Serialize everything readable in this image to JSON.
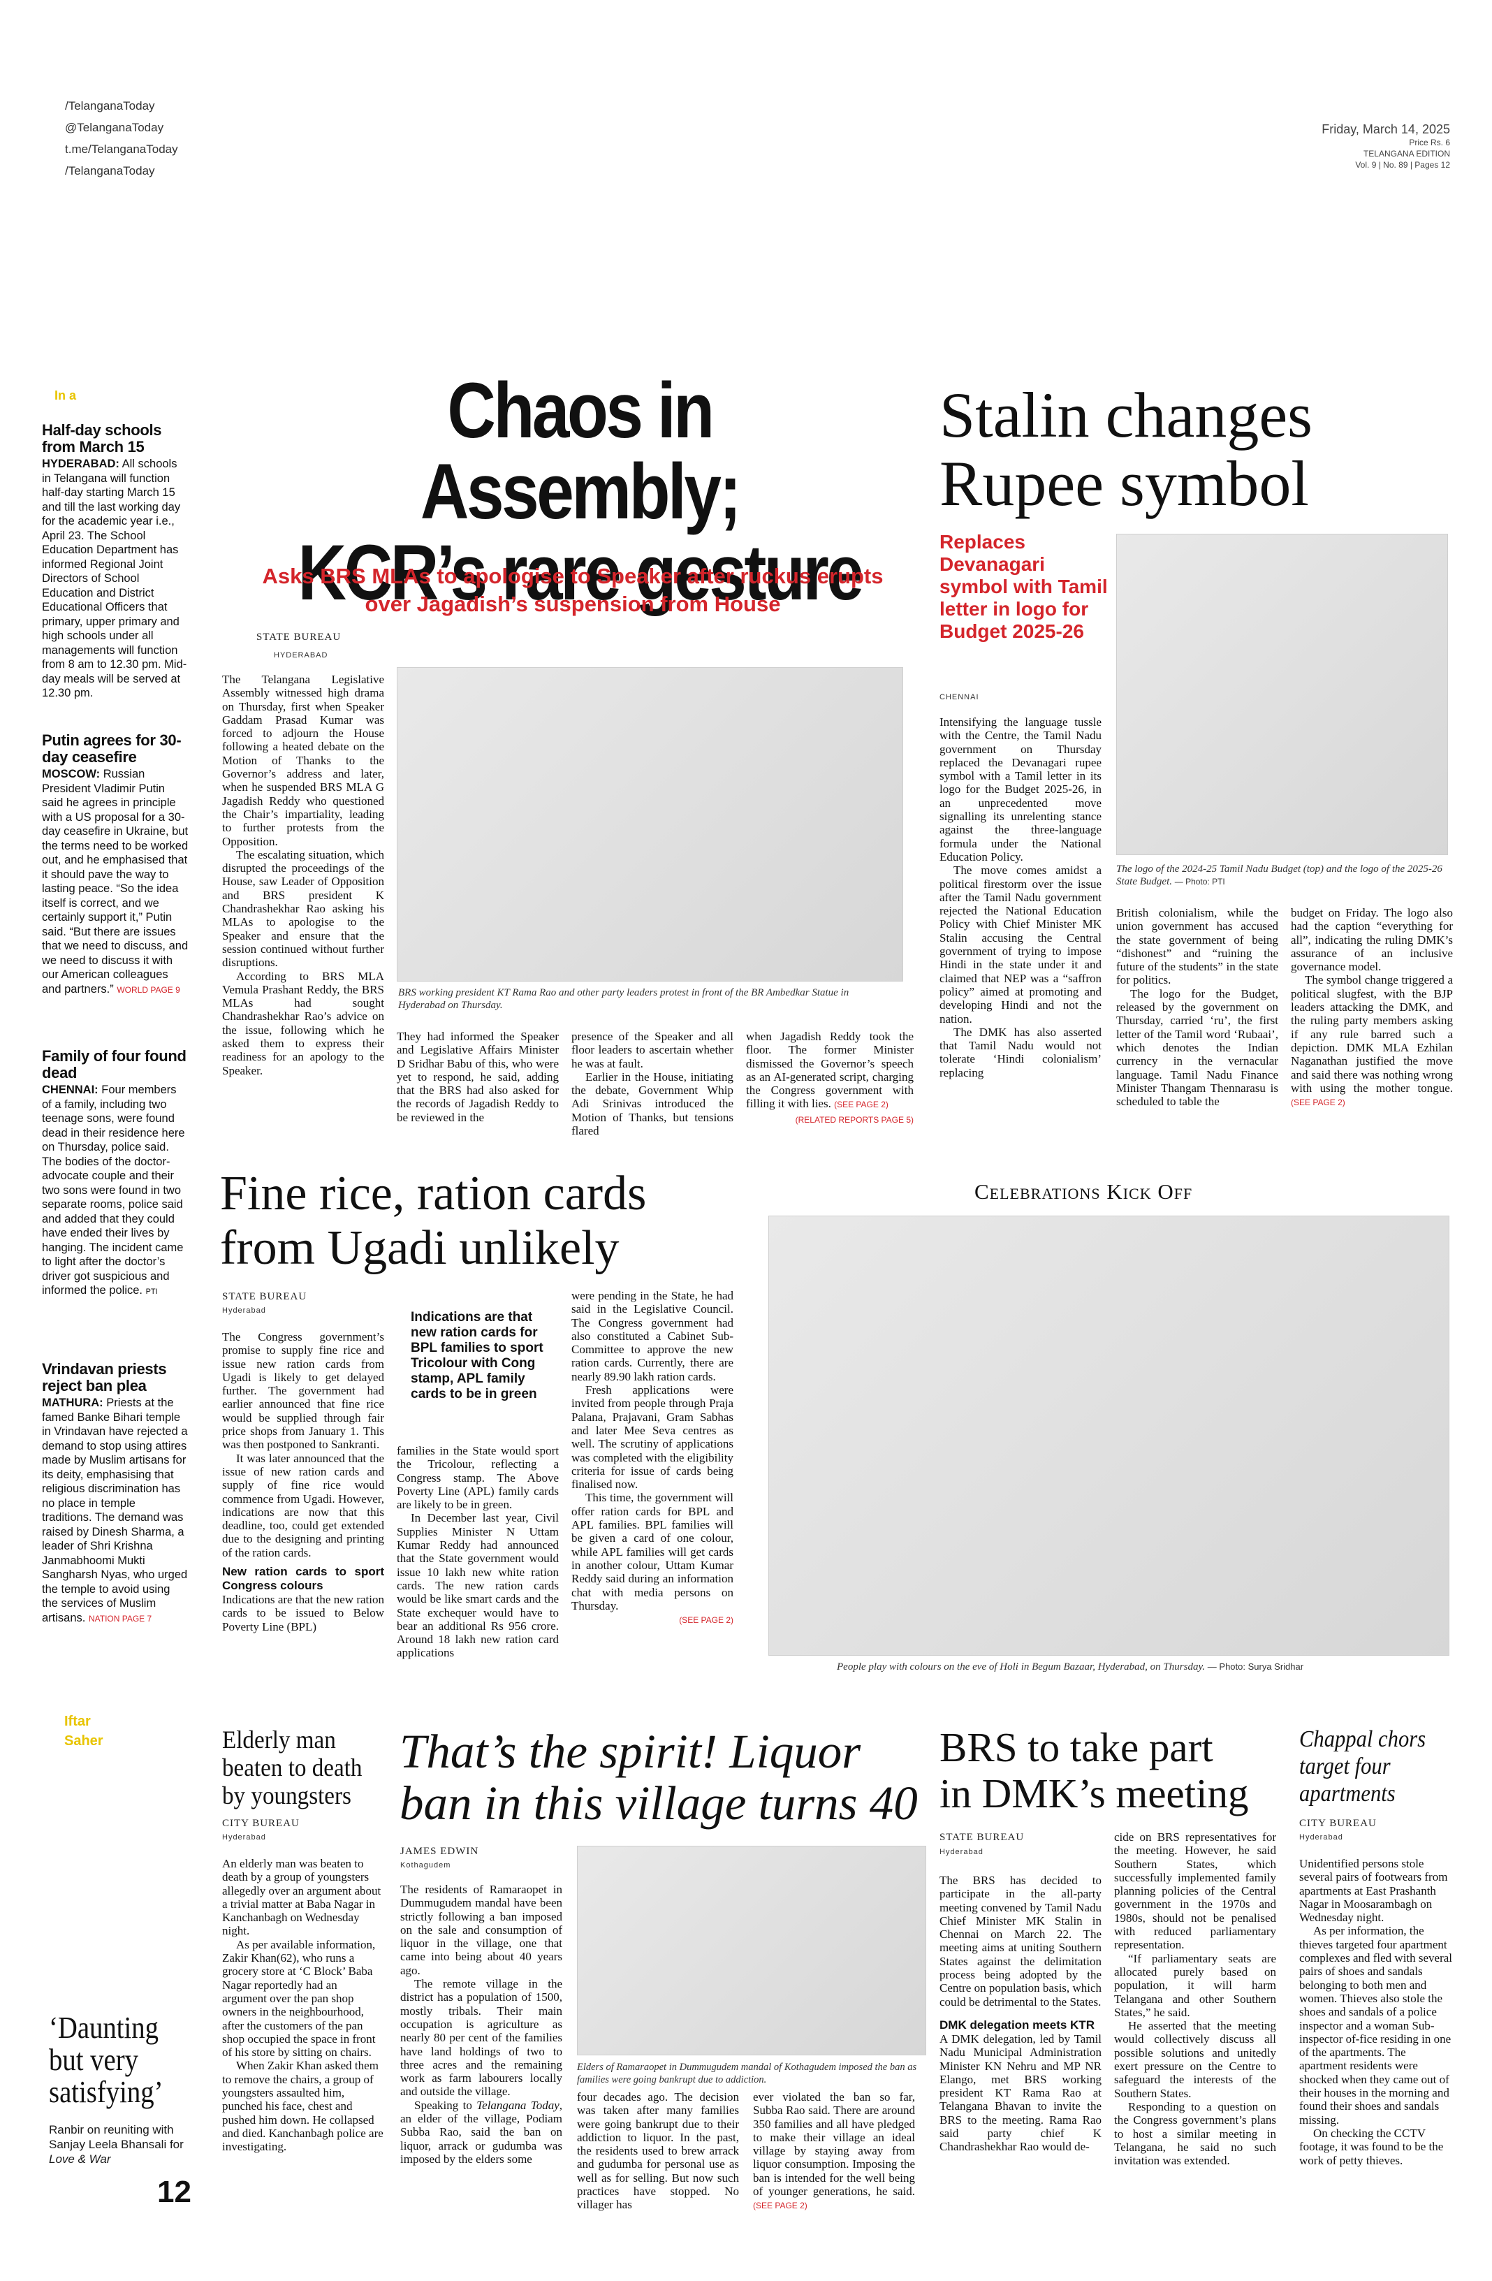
{
  "masthead": {
    "social": [
      "/TelanganaToday",
      "@TelanganaToday",
      "t.me/TelanganaToday",
      "/TelanganaToday"
    ],
    "date": "Friday, March 14, 2025",
    "price": "Price Rs. 6",
    "edition": "TELANGANA EDITION",
    "volume": "Vol. 9 | No. 89 | Pages 12"
  },
  "briefs": {
    "label": "In a",
    "items": [
      {
        "title": "Half-day schools from March 15",
        "dateline": "HYDERABAD:",
        "text": " All schools in Telangana will function half-day starting March 15 and till the last working day for the academic year i.e., April 23. The School Education Department has informed Regional Joint Directors of School Education and District Educational Officers that primary, upper primary and high schools under all managements will function from 8 am to 12.30 pm. Mid-day meals will be served at 12.30 pm.",
        "ref": ""
      },
      {
        "title": "Putin agrees for 30-day ceasefire",
        "dateline": "MOSCOW:",
        "text": " Russian President Vladimir Putin said he agrees in principle with a US proposal for a 30-day ceasefire in Ukraine, but the terms need to be worked out, and he emphasised that it should pave the way to lasting peace. “So the idea itself is correct, and we certainly support it,” Putin said. “But there are issues that we need to discuss, and we need to discuss it with our American colleagues and partners.”",
        "ref": "WORLD PAGE 9"
      },
      {
        "title": "Family of four found dead",
        "dateline": "CHENNAI:",
        "text": " Four members of a family, including two teenage sons, were found dead in their residence here on Thursday, police said. The bodies of the doctor-advocate couple and their two sons were found in two separate rooms, police said and added that they could have ended their lives by hanging. The incident came to light after the doctor’s driver got suspicious and informed the police.",
        "ref": "PTI"
      },
      {
        "title": "Vrindavan priests reject ban plea",
        "dateline": "MATHURA:",
        "text": " Priests at the famed Banke Bihari temple in Vrindavan have rejected a demand to stop using attires made by Muslim artisans for its deity, emphasising that religious discrimination has no place in temple traditions. The demand was raised by Dinesh Sharma, a leader of Shri Krishna Janmabhoomi Mukti Sangharsh Nyas, who urged the temple to avoid using the services of Muslim artisans.",
        "ref": "NATION PAGE 7"
      }
    ],
    "promo1": "Iftar",
    "promo2": "Saher"
  },
  "lead": {
    "headline_line1": "Chaos in Assembly;",
    "headline_line2": "KCR’s rare gesture",
    "deck": "Asks BRS MLAs to apologise to Speaker after ruckus erupts over Jagadish’s suspension from House",
    "byline": "STATE BUREAU",
    "place": "HYDERABAD",
    "col1_p1": "The Telangana Legislative Assembly witnessed high drama on Thursday, first when Speaker Gaddam Prasad Kumar was forced to adjourn the House following a heated debate on the Motion of Thanks to the Governor’s address and later, when he suspended BRS MLA G Jagadish Reddy who questioned the Chair’s impartiality, leading to further protests from the Opposition.",
    "col1_p2": "The escalating situation, which disrupted the proceedings of the House, saw Leader of Opposition and BRS president K Chandrashekhar Rao asking his MLAs to apologise to the Speaker and ensure that the session continued without further disruptions.",
    "col1_p3": "According to BRS MLA Vemula Prashant Reddy, the BRS MLAs had sought Chandrashekhar Rao’s advice on the issue, following which he asked them to express their readiness for an apology to the Speaker.",
    "caption": "BRS working president KT Rama Rao and other party leaders protest in front of the BR Ambedkar Statue in Hyderabad on Thursday.",
    "col2": "They had informed the Speaker and Legislative Affairs Minister D Sridhar Babu of this, who were yet to respond, he said, adding that the BRS had also asked for the records of Jagadish Reddy to be reviewed in the",
    "col3_p1": "presence of the Speaker and all floor leaders to ascertain whether he was at fault.",
    "col3_p2": "Earlier in the House, initiating the debate, Government Whip Adi Srinivas introduced the Motion of Thanks, but tensions flared",
    "col4": "when Jagadish Reddy took the floor. The former Minister dismissed the Governor’s speech as an AI-generated script, charging the Congress government with filling it with lies.",
    "ref1": "(SEE PAGE 2)",
    "ref2": "(RELATED REPORTS PAGE 5)"
  },
  "stalin": {
    "headline_line1": "Stalin changes",
    "headline_line2": "Rupee symbol",
    "deck": "Replaces Devanagari symbol with Tamil letter in logo for Budget 2025-26",
    "place": "CHENNAI",
    "col1_p1": "Intensifying the language tussle with the Centre, the Tamil Nadu government on Thursday replaced the Devanagari rupee symbol with a Tamil letter in its logo for the Budget 2025-26, in an unprecedented move signalling its unrelenting stance against the three-language formula under the National Education Policy.",
    "col1_p2": "The move comes amidst a political firestorm over the issue after the Tamil Nadu government rejected the National Education Policy with Chief Minister MK Stalin accusing the Central government of trying to impose Hindi in the state under it and claimed that NEP was a “saffron policy” aimed at promoting and developing Hindi and not the nation.",
    "col1_p3": "The DMK has also asserted that Tamil Nadu would not tolerate ‘Hindi colonialism’ replacing",
    "caption": "The logo of the 2024-25 Tamil Nadu Budget (top) and the logo of the 2025-26 State Budget.",
    "caption_credit": "— Photo: PTI",
    "col2_p1": "British colonialism, while the union government has accused the state government of being “dishonest” and “ruining the future of the students” in the state for politics.",
    "col2_p2": "The logo for the Budget, released by the government on Thursday, carried ‘ru’, the first letter of the Tamil word ‘Rubaai’, which denotes the Indian currency in the vernacular language. Tamil Nadu Finance Minister Thangam Thennarasu is scheduled to table the",
    "col3_p1": "budget on Friday. The logo also had the caption “everything for all”, indicating the ruling DMK’s assurance of an inclusive governance model.",
    "col3_p2": "The symbol change triggered a political slugfest, with the BJP leaders attacking the DMK, and the ruling party members asking if any rule barred such a depiction. DMK MLA Ezhilan Naganathan justified the move and said there was nothing wrong with using the mother tongue.",
    "ref": "(SEE PAGE 2)"
  },
  "rice": {
    "headline_line1": "Fine rice, ration cards",
    "headline_line2": "from Ugadi unlikely",
    "byline": "STATE BUREAU",
    "place": "Hyderabad",
    "pull": "Indications are that new ration cards for BPL families to sport Tricolour with Cong stamp, APL family cards to be in green",
    "col1_p1": "The Congress government’s promise to supply fine rice and issue new ration cards from Ugadi is likely to get delayed further. The government had earlier announced that fine rice would be supplied through fair price shops from January 1. This was then postponed to Sankranti.",
    "col1_p2": "It was later announced that the issue of new ration cards and supply of fine rice would commence from Ugadi. However, indications are now that this deadline, too, could get extended due to the designing and printing of the ration cards.",
    "subhead": "New ration cards to sport Congress colours",
    "col1_p3": "Indications are that the new ration cards to be issued to Below Poverty Line (BPL)",
    "col2_p1": "families in the State would sport the Tricolour, reflecting a Congress stamp. The Above Poverty Line (APL) family cards are likely to be in green.",
    "col2_p2": "In December last year, Civil Supplies Minister N Uttam Kumar Reddy had announced that the State government would issue 10 lakh new white ration cards. The new ration cards would be like smart cards and the State exchequer would have to bear an additional Rs 956 crore. Around 18 lakh new ration card applications",
    "col3_p1": "were pending in the State, he had said in the Legislative Council. The Congress government had also constituted a Cabinet Sub-Committee to approve the new ration cards. Currently, there are nearly 89.90 lakh ration cards.",
    "col3_p2": "Fresh applications were invited from people through Praja Palana, Prajavani, Gram Sabhas and later Mee Seva centres as well. The scrutiny of applications was completed with the eligibility criteria for issue of cards being finalised now.",
    "col3_p3": "This time, the government will offer ration cards for BPL and APL families. BPL families will be given a card of one colour, while APL families will get cards in another colour, Uttam Kumar Reddy said during an information chat with media persons on Thursday.",
    "ref": "(SEE PAGE 2)"
  },
  "celebrations": {
    "title": "Celebrations Kick Off",
    "caption": "People play with colours on the eve of Holi in Begum Bazaar, Hyderabad, on Thursday.",
    "credit": "— Photo: Surya Sridhar"
  },
  "elderly": {
    "headline": "Elderly man beaten to death by youngsters",
    "byline": "CITY BUREAU",
    "place": "Hyderabad",
    "p1": "An elderly man was beaten to death by a group of youngsters allegedly over an argument about a trivial matter at Baba Nagar in Kanchanbagh on Wednesday night.",
    "p2": "As per available information, Zakir Khan(62), who runs a grocery store at ‘C Block’ Baba Nagar reportedly had an argument over the pan shop owners in the neighbourhood, after the customers of the pan shop occupied the space in front of his store by sitting on chairs.",
    "p3": "When Zakir Khan asked them to remove the chairs, a group of youngsters assaulted him, punched his face, chest and pushed him down. He collapsed and died. Kanchanbagh police are investigating."
  },
  "liquor": {
    "headline_line1": "That’s the spirit! Liquor",
    "headline_line2": "ban in this village turns 40",
    "byline": "JAMES EDWIN",
    "place": "Kothagudem",
    "p1": "The residents of Ramaraopet in Dummugudem mandal have been strictly following a ban imposed on the sale and consumption of liquor in the village, one that came into being about 40 years ago.",
    "p2": "The remote village in the district has a population of 1500, mostly tribals. Their main occupation is agriculture as nearly 80 per cent of the families have land holdings of two to three acres and the remaining work as farm labourers locally and outside the village.",
    "p3a": "Speaking to ",
    "p3_em": "Telangana Today",
    "p3b": ", an elder of the village, Podiam Subba Rao, said the ban on liquor, arrack or gudumba was imposed by the elders some",
    "caption": "Elders of Ramaraopet in Dummugudem mandal of Kothagudem imposed the ban as families were going bankrupt due to addiction.",
    "col2": "four decades ago. The decision was taken after many families were going bankrupt due to their addiction to liquor. In the past, the residents used to brew arrack and gudumba for personal use as well as for selling. But now such practices have stopped. No villager has",
    "col3": "ever violated the ban so far, Subba Rao said. There are around 350 families and all have pledged to make their village an ideal village by staying away from liquor consumption. Imposing the ban is intended for the well being of younger generations, he said.",
    "ref": "(SEE PAGE 2)"
  },
  "brs": {
    "headline_line1": "BRS to take part",
    "headline_line2": "in DMK’s meeting",
    "byline": "STATE BUREAU",
    "place": "Hyderabad",
    "p1": "The BRS has decided to participate in the all-party meeting convened by Tamil Nadu Chief Minister MK Stalin in Chennai on March 22. The meeting aims at uniting Southern States against the delimitation process being adopted by the Centre on population basis, which could be detrimental to the States.",
    "subhead": "DMK delegation meets KTR",
    "p2": "A DMK delegation, led by Tamil Nadu Municipal Administration Minister KN Nehru and MP NR Elango, met BRS working president KT Rama Rao at Telangana Bhavan to invite the BRS to the meeting. Rama Rao said party chief K Chandrashekhar Rao would de-",
    "col2_p1": "cide on BRS representatives for the meeting. However, he said Southern States, which successfully implemented family planning policies of the Central government in the 1970s and 1980s, should not be penalised with reduced parliamentary representation.",
    "col2_p2": "“If parliamentary seats are allocated purely based on population, it will harm Telangana and other Southern States,” he said.",
    "col2_p3": "He asserted that the meeting would collectively discuss all possible solutions and unitedly exert pressure on the Centre to safeguard the interests of the Southern States.",
    "col2_p4": "Responding to a question on the Congress government’s plans to host a similar meeting in Telangana, he said no such invitation was extended."
  },
  "chappal": {
    "headline": "Chappal chors target four apartments",
    "byline": "CITY BUREAU",
    "place": "Hyderabad",
    "p1": "Unidentified persons stole several pairs of footwears from apartments at East Prashanth Nagar in Moosarambagh on Wednesday night.",
    "p2": "As per information, the thieves targeted four apartment complexes and fled with several pairs of shoes and sandals belonging to both men and women. Thieves also stole the shoes and sandals of a police inspector and a woman Sub-inspector of-fice residing in one of the apartments. The apartment residents were shocked when they came out of their houses in the morning and found their shoes and sandals missing.",
    "p3": "On checking the CCTV footage, it was found to be the work of petty thieves."
  },
  "daunting": {
    "headline": "‘Daunting but very satisfying’",
    "text_a": "Ranbir on reuniting with Sanjay Leela Bhansali for ",
    "text_em": "Love & War"
  },
  "page_number": "12"
}
